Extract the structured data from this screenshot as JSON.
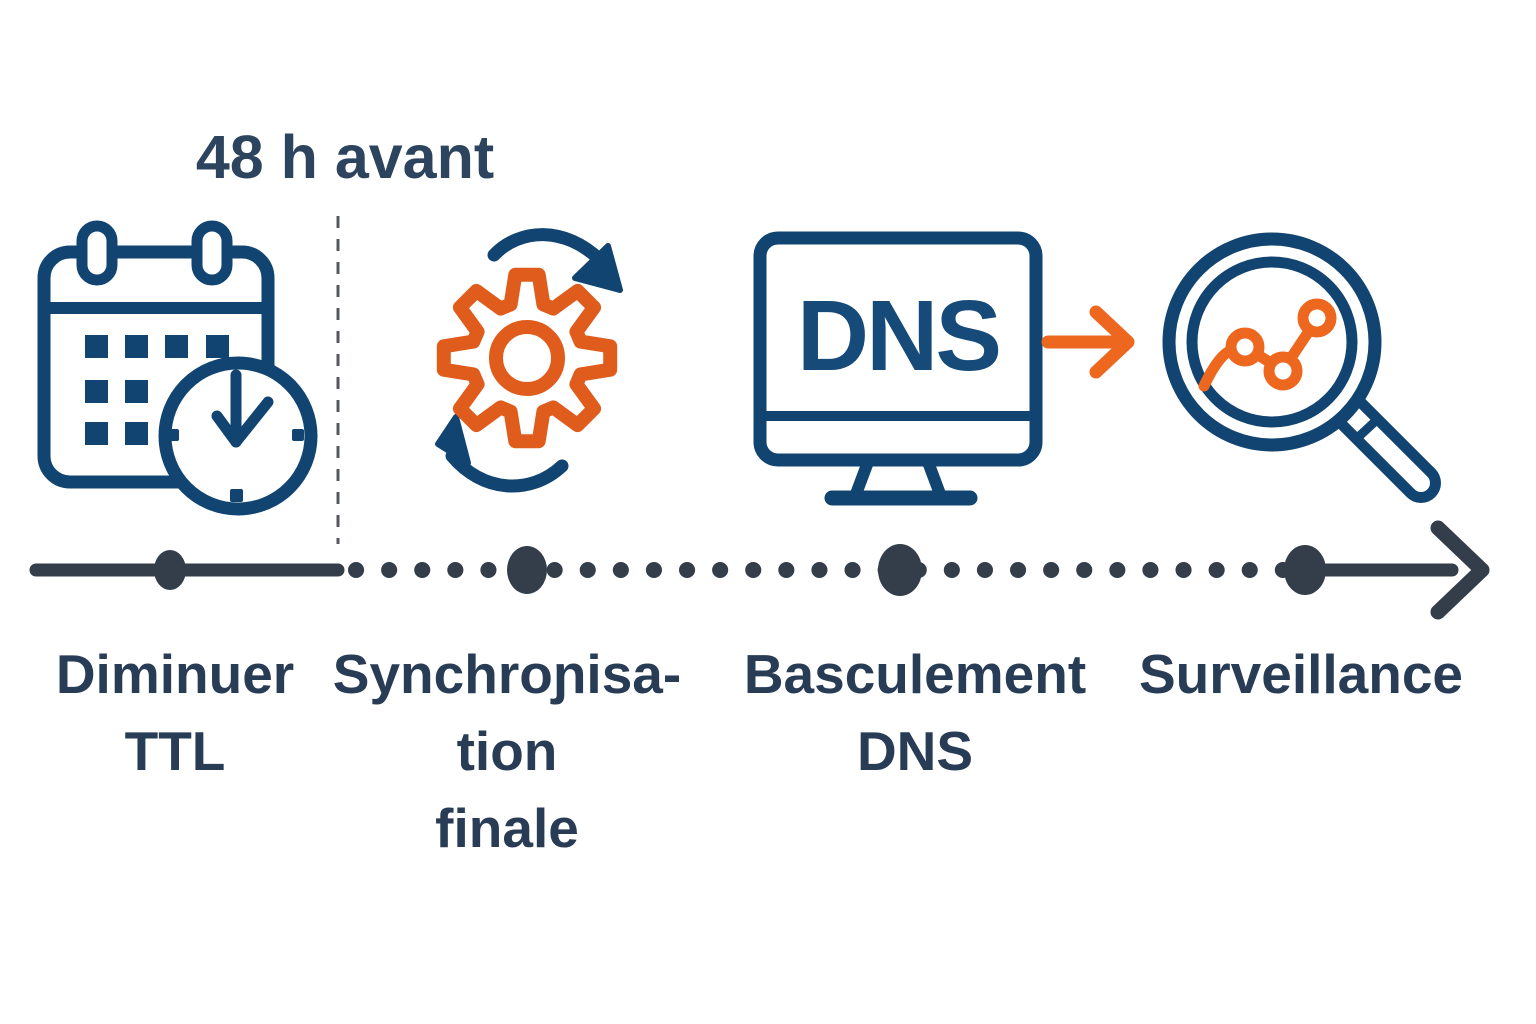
{
  "header": {
    "title": "48 h avant"
  },
  "steps": [
    {
      "name": "diminuer-ttl",
      "icon": "calendar-clock-icon",
      "label_lines": [
        "Diminuer",
        "TTL"
      ]
    },
    {
      "name": "synchronisation-finale",
      "icon": "sync-gear-icon",
      "label_lines": [
        "Synchroɲisa-",
        "tion",
        "finale"
      ]
    },
    {
      "name": "basculement-dns",
      "icon": "dns-monitor-icon",
      "monitor_text": "DNS",
      "label_lines": [
        "Basculement",
        "DNS"
      ]
    },
    {
      "name": "surveillance",
      "icon": "magnifier-chart-icon",
      "label_lines": [
        "Surveillance"
      ]
    }
  ],
  "timeline": {
    "direction": "left-to-right",
    "node_count": 4,
    "style": "solid-then-dotted-with-arrow"
  },
  "colors": {
    "background": "#ffffff",
    "icon_navy": "#114470",
    "dns_text_navy": "#164a78",
    "label_text": "#283c55",
    "title_text": "#2c445e",
    "timeline_charcoal": "#333e4a",
    "orange_gear": "#e05c1d",
    "orange_bright": "#ee671f",
    "dashed_separator": "#54585e"
  }
}
